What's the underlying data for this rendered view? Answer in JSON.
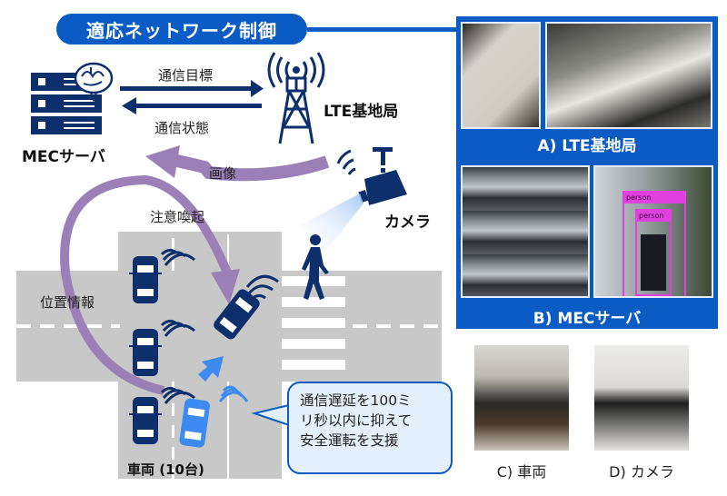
{
  "title": "適応ネットワーク制御",
  "colors": {
    "accent_blue": "#0a5bc4",
    "navy": "#0d2f6b",
    "purple_arrow": "#9b80b8",
    "highlight_car": "#3d8af0",
    "road": "#c8c8c8",
    "bubble_fill": "#e3effb"
  },
  "nodes": {
    "mec_server": {
      "label": "MECサーバ",
      "icon": "server-brain-icon"
    },
    "lte_station": {
      "label": "LTE基地局",
      "icon": "cell-tower-icon"
    },
    "camera": {
      "label": "カメラ",
      "icon": "security-camera-icon"
    },
    "vehicles": {
      "label": "車両 (10台)",
      "icon": "car-icon"
    },
    "pedestrian": {
      "icon": "pedestrian-icon"
    }
  },
  "flows": {
    "target": "通信目標",
    "status": "通信状態",
    "image": "画像",
    "alert": "注意喚起",
    "position": "位置情報"
  },
  "callout": {
    "lines": [
      "通信遅延を100ミ",
      "リ秒以内に抑えて",
      "安全運転を支援"
    ]
  },
  "photos": {
    "a_caption": "A) LTE基地局",
    "b_caption": "B) MECサーバ",
    "c_caption": "C) 車両",
    "d_caption": "D) カメラ",
    "detection_labels": [
      "person",
      "person"
    ]
  }
}
